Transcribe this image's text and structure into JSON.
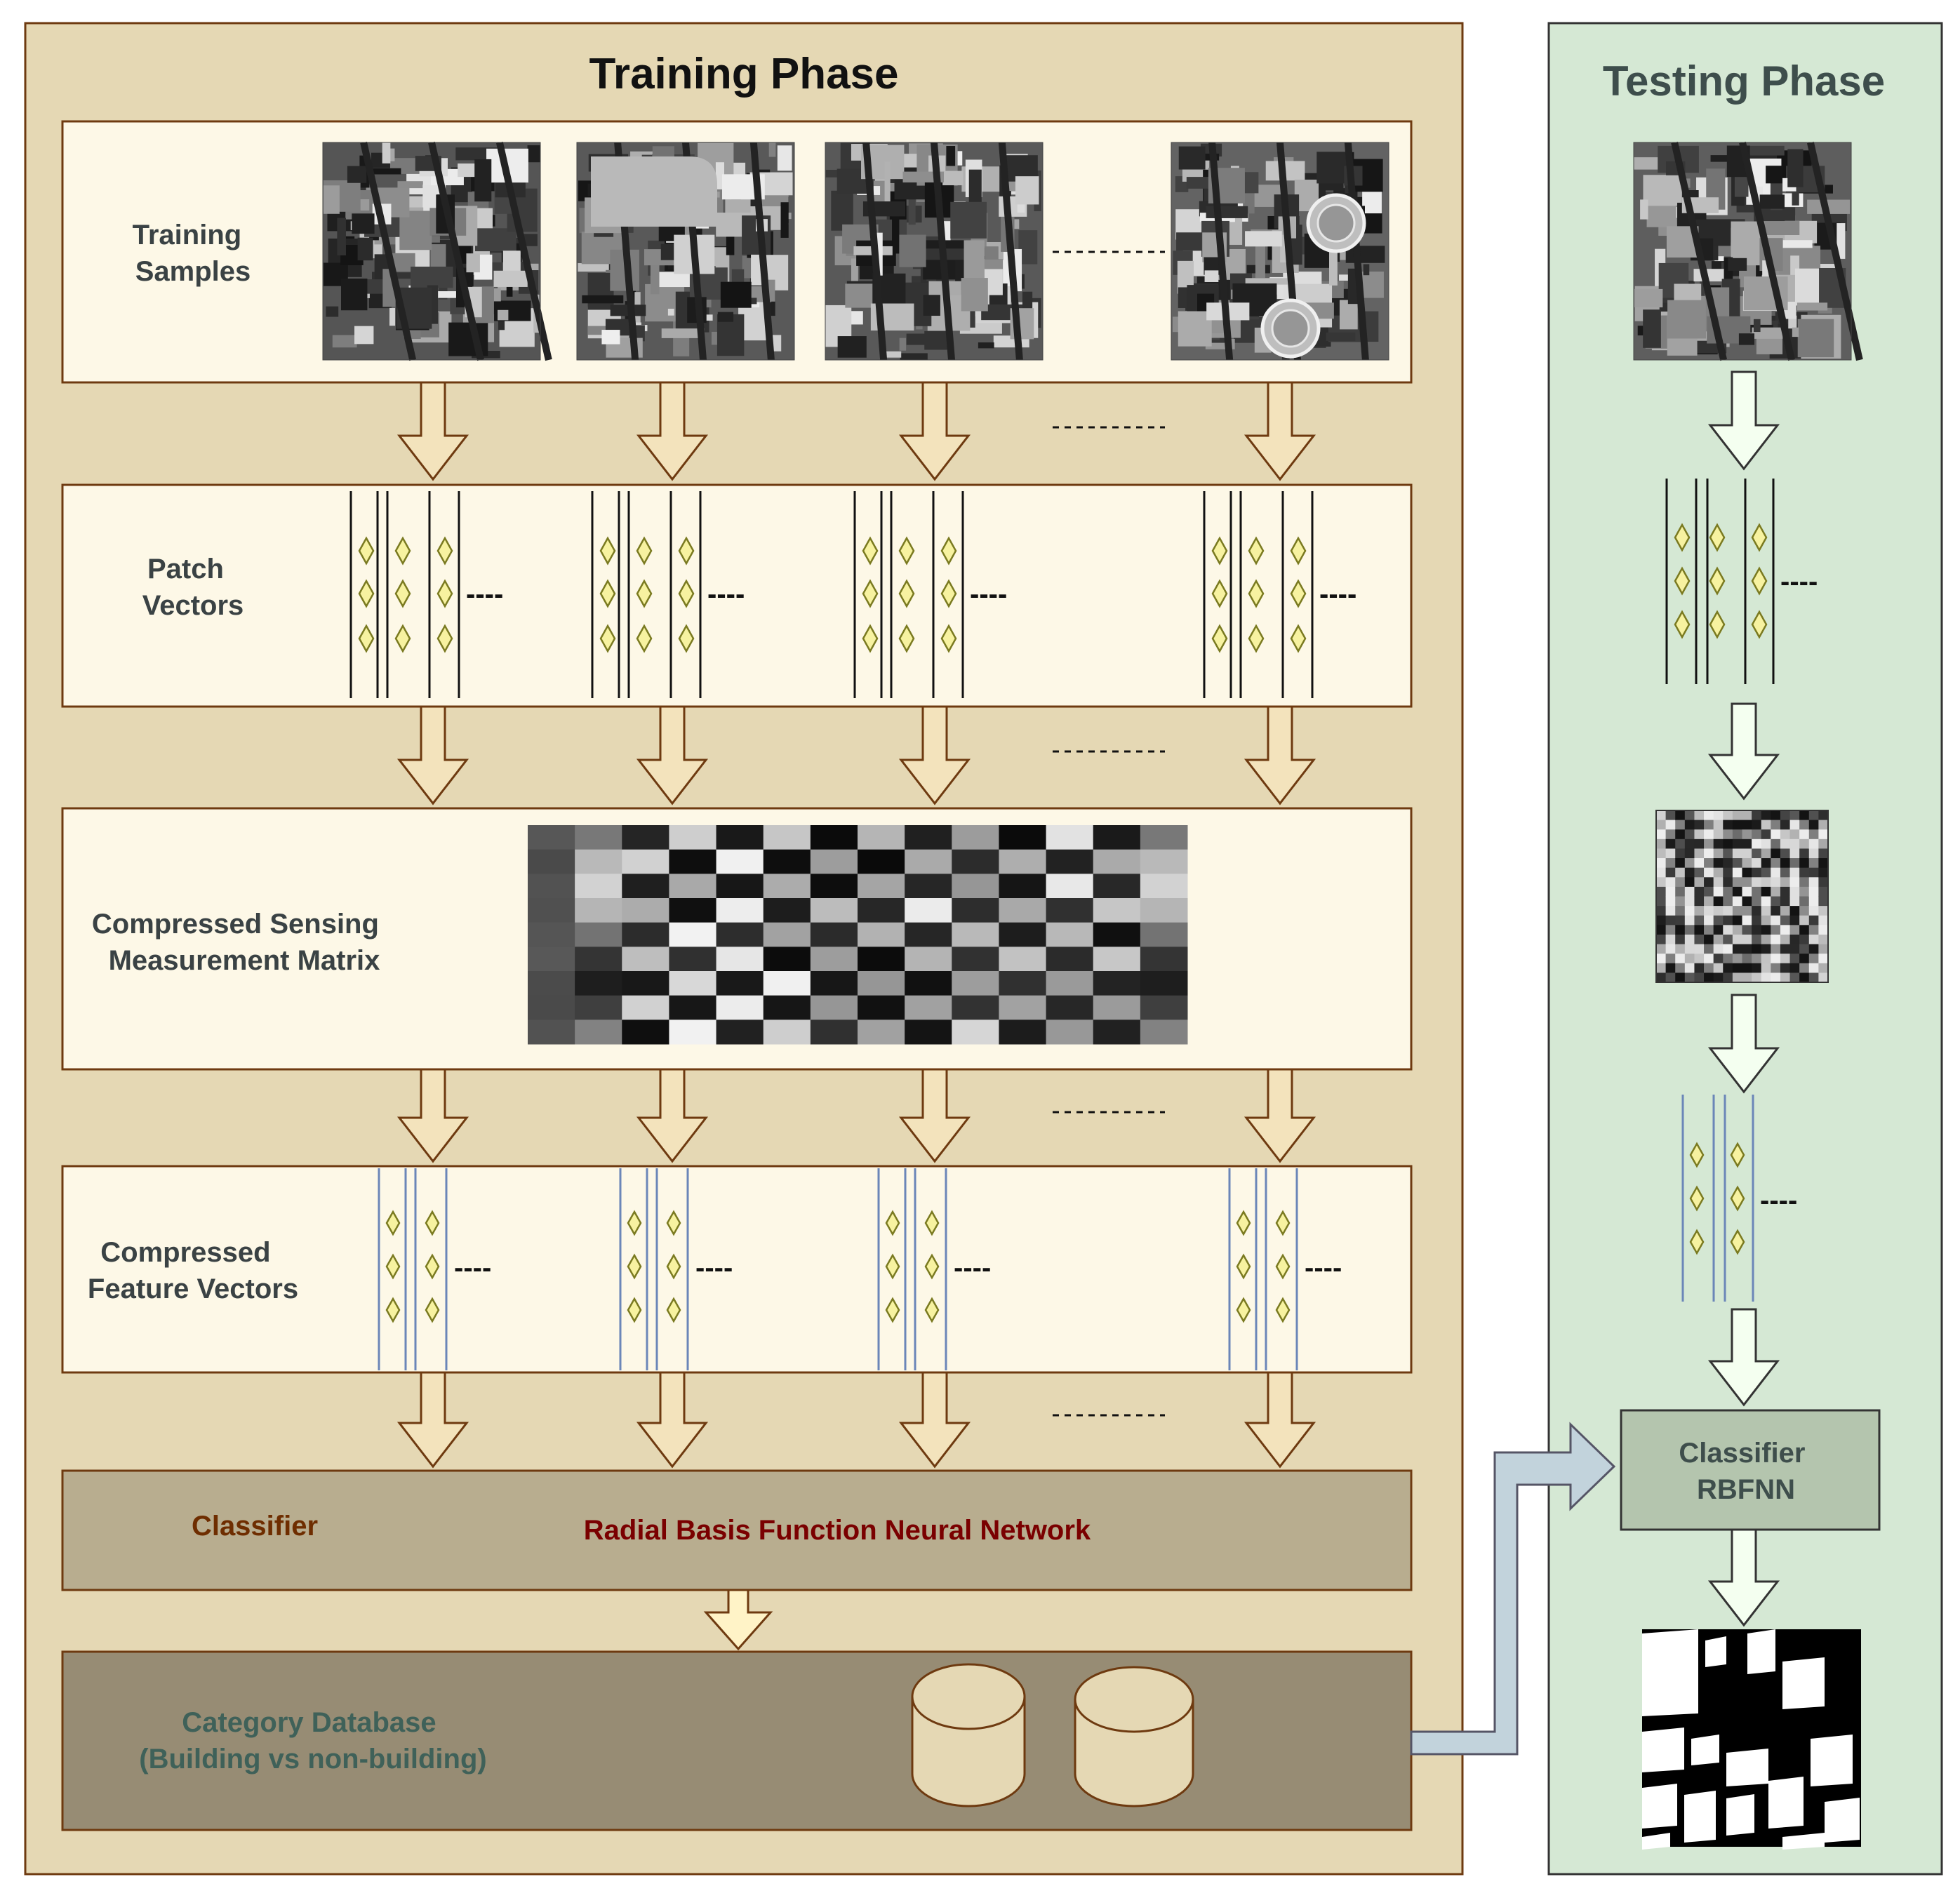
{
  "training": {
    "title": "Training Phase",
    "rows": {
      "samples": [
        "Training",
        "Samples"
      ],
      "patch": [
        "Patch",
        "Vectors"
      ],
      "cs": [
        "Compressed Sensing",
        "Measurement Matrix"
      ],
      "cfv": [
        "Compressed",
        "Feature Vectors"
      ]
    },
    "classifier": {
      "label": "Classifier",
      "name": "Radial Basis Function Neural Network"
    },
    "database": {
      "line1": "Category Database",
      "line2": "(Building vs non-building)"
    }
  },
  "testing": {
    "title": "Testing Phase",
    "classifier_line1": "Classifier",
    "classifier_line2": "RBFNN"
  },
  "ellipsis": "----",
  "colors": {
    "training_bg": "#e5d8b4",
    "testing_bg": "#d5e8d4",
    "panel_bg": "#fdf8e7",
    "classifier_bg": "#b8ad8f",
    "database_bg": "#978c74",
    "outline": "#6e3a10",
    "classifier_text": "#6e2d00",
    "rbfnn_text": "#7a0000",
    "database_text": "#3f6159",
    "testing_title": "#3e4e4c",
    "label_text": "#3a4244",
    "arrow_train": "#f3e3bc",
    "arrow_test": "#f4fff0",
    "link_arrow": "#c2d3dc",
    "diamond": "#f7f2a0"
  }
}
